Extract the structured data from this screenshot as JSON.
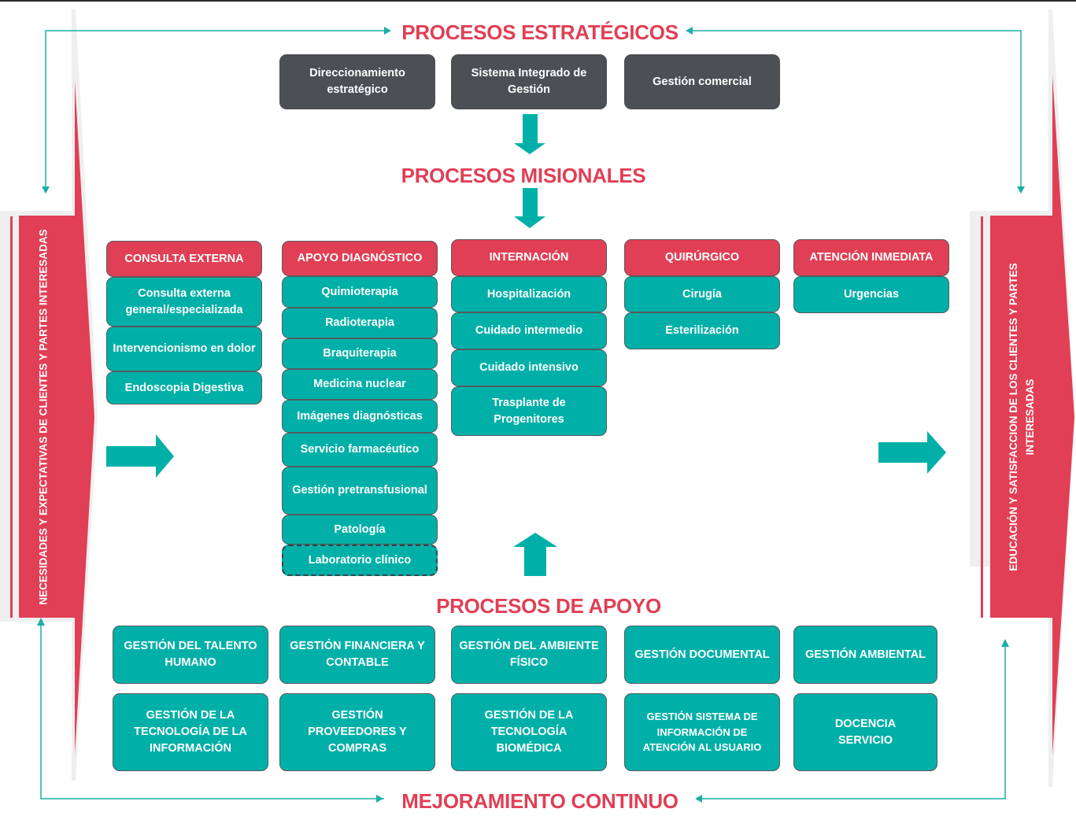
{
  "titles": {
    "strategic": "PROCESOS ESTRATÉGICOS",
    "missional": "PROCESOS MISIONALES",
    "support": "PROCESOS DE APOYO",
    "improvement": "MEJORAMIENTO CONTINUO"
  },
  "side_banners": {
    "left": "NECESIDADES Y EXPECTATIVAS DE CLIENTES Y PARTES INTERESADAS",
    "right_line1": "EDUCACIÓN Y SATISFACCION DE LOS CLIENTES Y PARTES",
    "right_line2": "INTERESADAS"
  },
  "strategic_processes": [
    {
      "line1": "Direccionamiento",
      "line2": "estratégico"
    },
    {
      "line1": "Sistema Integrado de",
      "line2": "Gestión"
    },
    {
      "line1": "Gestión comercial",
      "line2": ""
    }
  ],
  "missional_processes": [
    {
      "header": "CONSULTA EXTERNA",
      "items": [
        "Consulta externa general/especializada",
        "Intervencionismo en dolor",
        "Endoscopia Digestiva"
      ]
    },
    {
      "header": "APOYO DIAGNÓSTICO",
      "items": [
        "Quimioterapia",
        "Radioterapia",
        "Braquiterapia",
        "Medicina nuclear",
        "Imágenes diagnósticas",
        "Servicio farmacéutico",
        "Gestión pretransfusional",
        "Patología",
        "Laboratorio clínico"
      ]
    },
    {
      "header": "INTERNACIÓN",
      "items": [
        "Hospitalización",
        "Cuidado intermedio",
        "Cuidado intensivo",
        "Trasplante de Progenitores"
      ]
    },
    {
      "header": "QUIRÚRGICO",
      "items": [
        "Cirugía",
        "Esterilización"
      ]
    },
    {
      "header": "ATENCIÓN INMEDIATA",
      "items": [
        "Urgencias"
      ]
    }
  ],
  "support_processes": [
    "GESTIÓN DEL TALENTO HUMANO",
    "GESTIÓN FINANCIERA Y CONTABLE",
    "GESTIÓN DEL AMBIENTE FÍSICO",
    "GESTIÓN DOCUMENTAL",
    "GESTIÓN AMBIENTAL",
    "GESTIÓN DE LA TECNOLOGÍA DE LA INFORMACIÓN",
    "GESTIÓN PROVEEDORES Y COMPRAS",
    "GESTIÓN DE LA TECNOLOGÍA BIOMÉDICA",
    "GESTIÓN SISTEMA DE INFORMACIÓN DE ATENCIÓN AL USUARIO",
    "DOCENCIA SERVICIO"
  ],
  "colors": {
    "accent_red": "#e03f55",
    "teal": "#00b0a8",
    "dark_gray": "#4c4f54"
  }
}
